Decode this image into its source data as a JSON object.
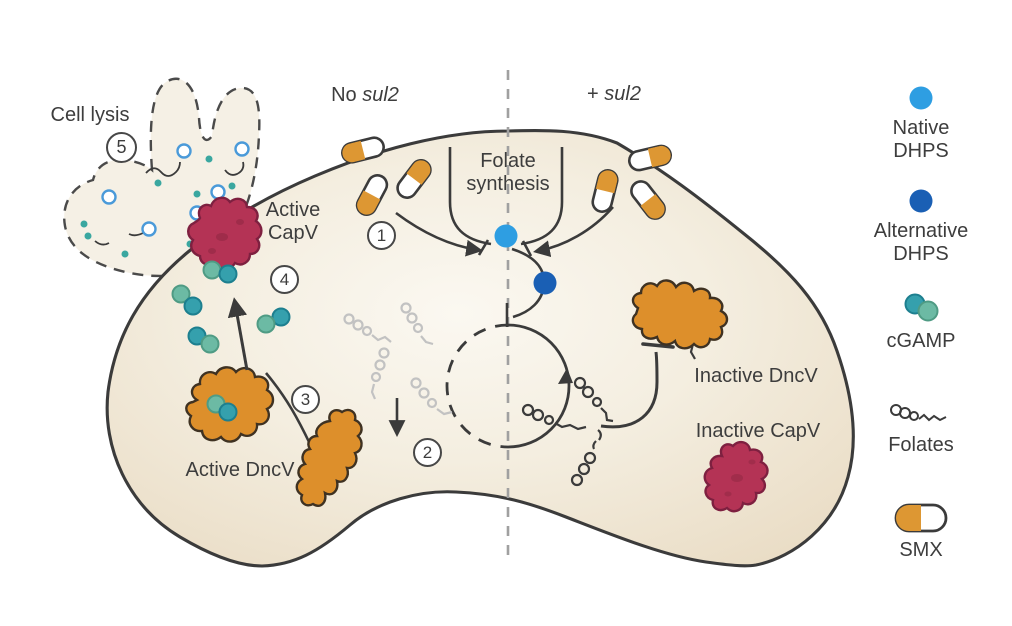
{
  "headers": {
    "left_region": {
      "prefix": "No ",
      "gene": "sul2"
    },
    "right_region": {
      "prefix": "+ ",
      "gene": "sul2"
    }
  },
  "labels": {
    "cell_lysis": "Cell lysis",
    "folate_line1": "Folate",
    "folate_line2": "synthesis",
    "active_capv_line1": "Active",
    "active_capv_line2": "CapV",
    "active_dncv": "Active DncV",
    "inactive_dncv": "Inactive DncV",
    "inactive_capv": "Inactive CapV"
  },
  "steps": [
    "1",
    "2",
    "3",
    "4",
    "5"
  ],
  "legend": {
    "native_dhps": {
      "line1": "Native",
      "line2": "DHPS"
    },
    "alternative_dhps": {
      "line1": "Alternative",
      "line2": "DHPS"
    },
    "cgamp": {
      "label": "cGAMP"
    },
    "folates": {
      "label": "Folates"
    },
    "smx": {
      "label": "SMX"
    }
  },
  "colors": {
    "native_dhps": "#2e9ee2",
    "alternative_dhps": "#1a5fb4",
    "cgamp_dark": "#35a0ad",
    "cgamp_light": "#6cbaa4",
    "smx_orange": "#dd9733",
    "protein_orange": "#dd8f2b",
    "capv_crimson": "#b43355",
    "capv_outline": "#7e2040",
    "membrane": "#3b3b3b",
    "divider_gray": "#a0a0a0",
    "folate_gray": "#c2c2c2",
    "folate_dark": "#3b3b3b",
    "lysis_ring_blue": "#4a9ad9",
    "lysis_dot_teal": "#3aa7a0",
    "cell_fill_center": "#fbf8f1",
    "cell_fill_edge": "#eaddc6",
    "lysed_fill": "#f3ede0",
    "text": "#3d3d3d"
  }
}
